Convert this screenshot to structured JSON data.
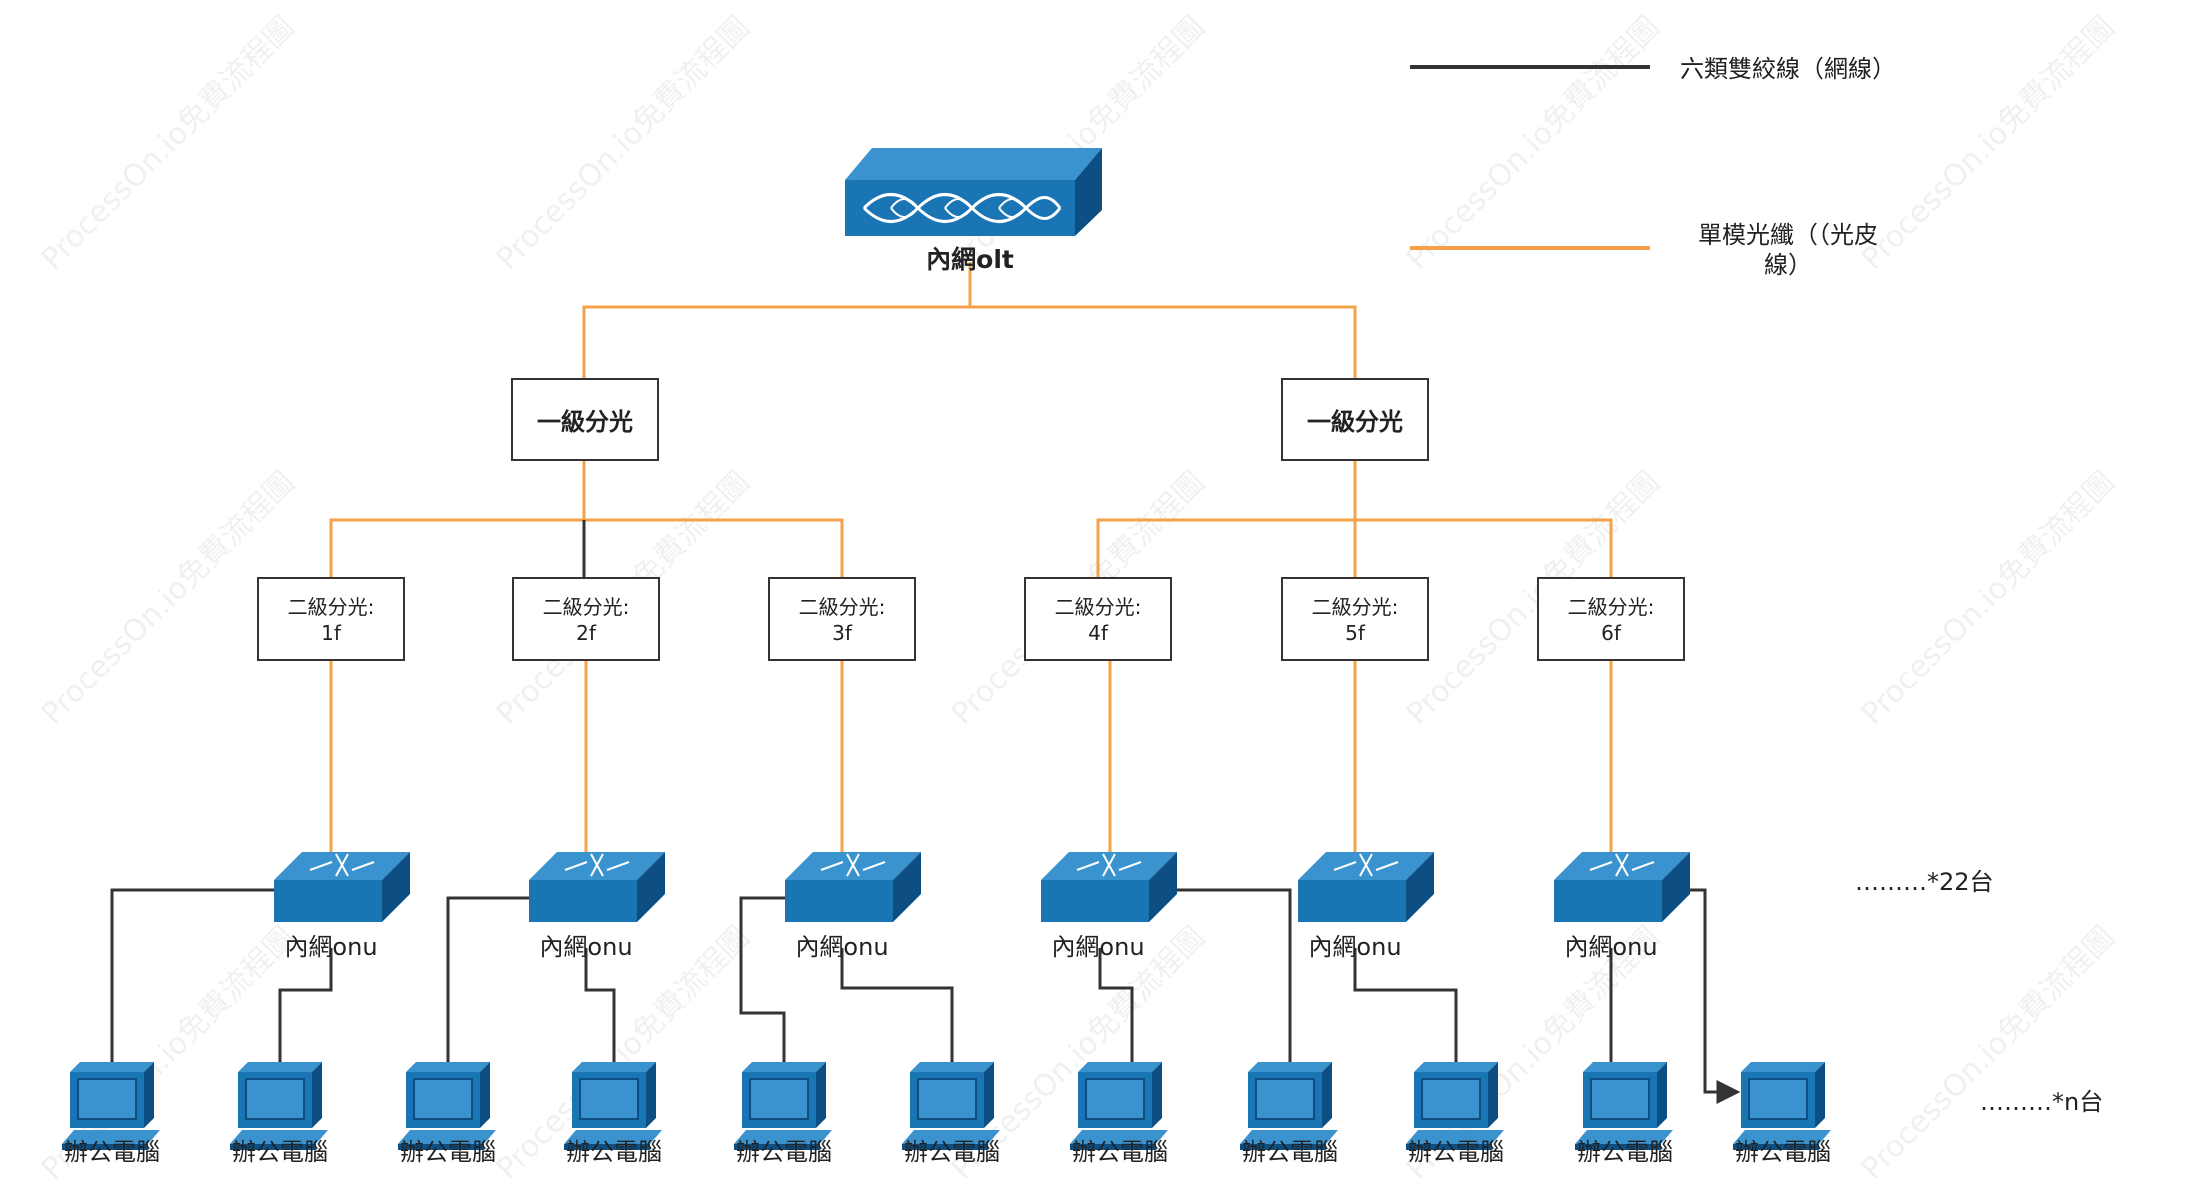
{
  "legend": {
    "network_cable": {
      "label": "六類雙絞線（網線）",
      "color": "#333333"
    },
    "fiber": {
      "label_line1": "單模光纖（（光皮",
      "label_line2": "線）",
      "color": "#f5a04a"
    }
  },
  "olt": {
    "label": "內網olt"
  },
  "splitters_l1": [
    {
      "label": "一級分光"
    },
    {
      "label": "一級分光"
    }
  ],
  "splitters_l2": [
    {
      "line1": "二級分光:",
      "line2": "1f"
    },
    {
      "line1": "二級分光:",
      "line2": "2f"
    },
    {
      "line1": "二級分光:",
      "line2": "3f"
    },
    {
      "line1": "二級分光:",
      "line2": "4f"
    },
    {
      "line1": "二級分光:",
      "line2": "5f"
    },
    {
      "line1": "二級分光:",
      "line2": "6f"
    }
  ],
  "onus": [
    {
      "label": "內網onu"
    },
    {
      "label": "內網onu"
    },
    {
      "label": "內網onu"
    },
    {
      "label": "內網onu"
    },
    {
      "label": "內網onu"
    },
    {
      "label": "內網onu"
    }
  ],
  "pcs": [
    {
      "label": "辦公電腦"
    },
    {
      "label": "辦公電腦"
    },
    {
      "label": "辦公電腦"
    },
    {
      "label": "辦公電腦"
    },
    {
      "label": "辦公電腦"
    },
    {
      "label": "辦公電腦"
    },
    {
      "label": "辦公電腦"
    },
    {
      "label": "辦公電腦"
    },
    {
      "label": "辦公電腦"
    },
    {
      "label": "辦公電腦"
    },
    {
      "label": "辦公電腦"
    }
  ],
  "notes": {
    "onu_count": "………*22台",
    "pc_count": "………*n台"
  },
  "watermark": "ProcessOn.io免費流程圖",
  "colors": {
    "device_blue": "#1a75b5",
    "device_dark": "#0d4f82",
    "device_light": "#3a93cf"
  }
}
